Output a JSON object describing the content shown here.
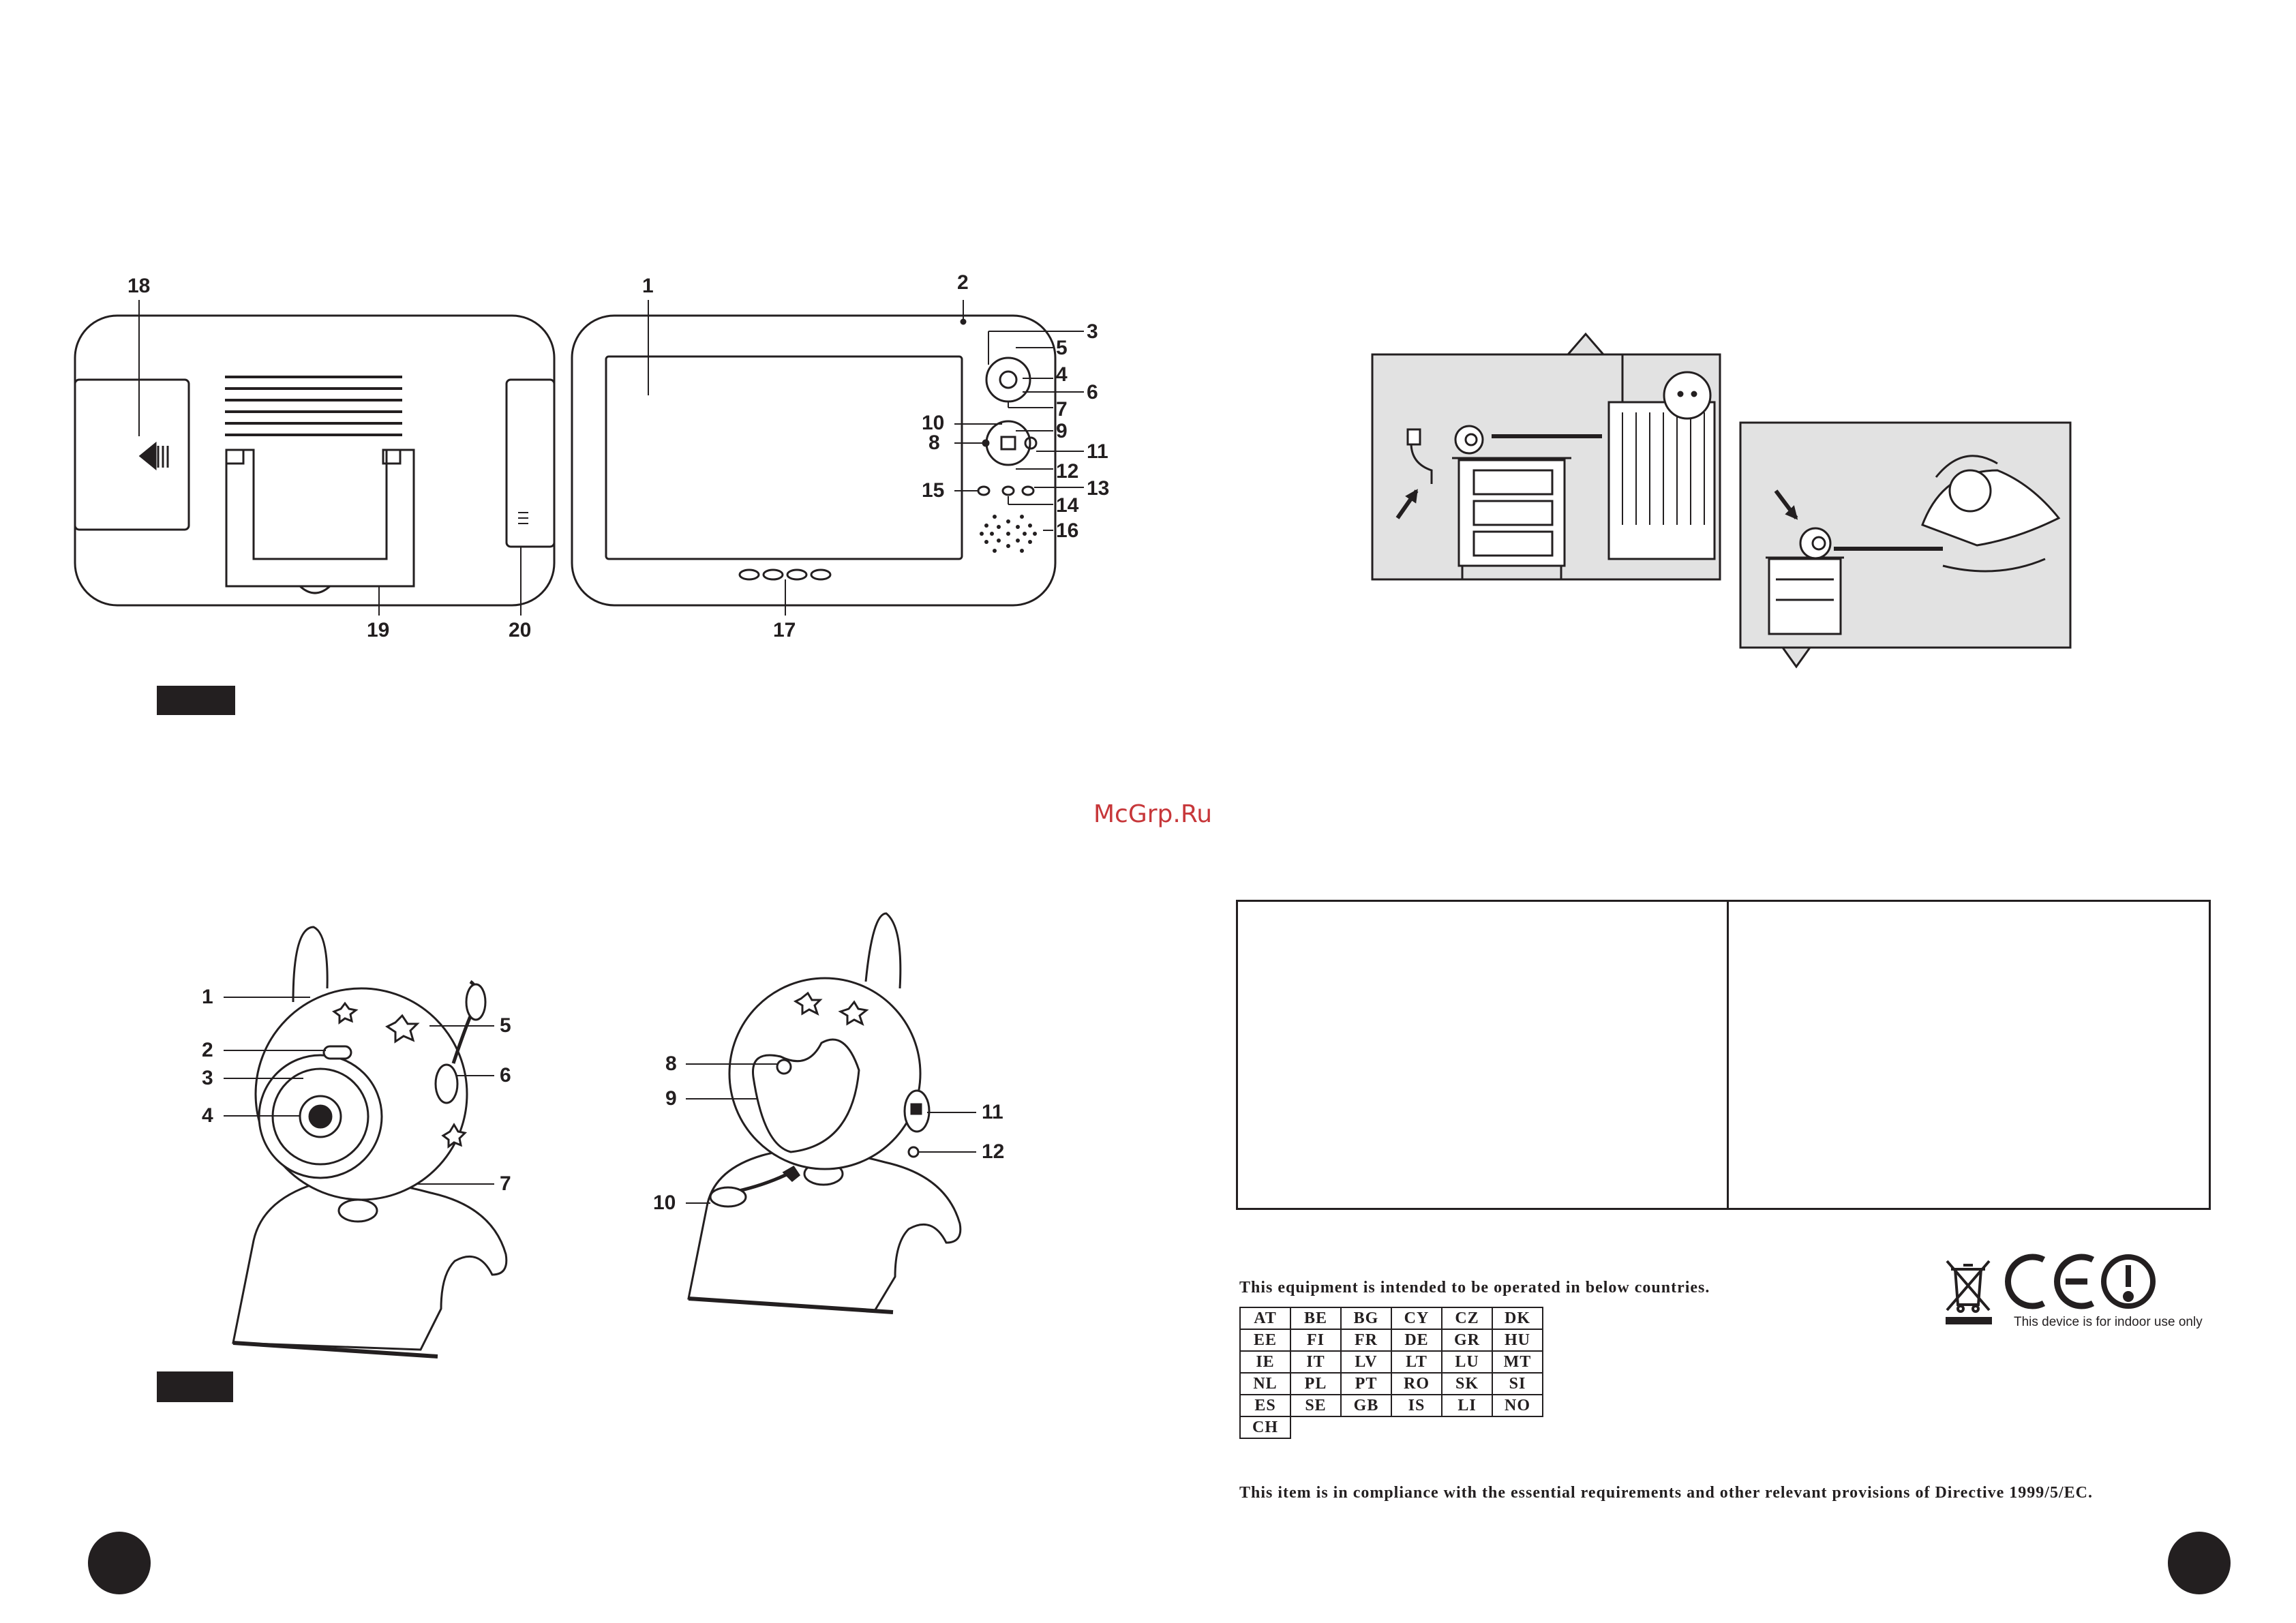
{
  "watermark": "McGrp.Ru",
  "monitor_diagram": {
    "callouts": [
      "1",
      "2",
      "3",
      "4",
      "5",
      "6",
      "7",
      "8",
      "9",
      "10",
      "11",
      "12",
      "13",
      "14",
      "15",
      "16",
      "17",
      "18",
      "19",
      "20"
    ]
  },
  "camera_diagram": {
    "callouts": [
      "1",
      "2",
      "3",
      "4",
      "5",
      "6",
      "7",
      "8",
      "9",
      "10",
      "11",
      "12"
    ]
  },
  "countries": {
    "title": "This equipment is intended to be operated in below countries.",
    "rows": [
      [
        "AT",
        "BE",
        "BG",
        "CY",
        "CZ",
        "DK"
      ],
      [
        "EE",
        "FI",
        "FR",
        "DE",
        "GR",
        "HU"
      ],
      [
        "IE",
        "IT",
        "LV",
        "LT",
        "LU",
        "MT"
      ],
      [
        "NL",
        "PL",
        "PT",
        "RO",
        "SK",
        "SI"
      ],
      [
        "ES",
        "SE",
        "GB",
        "IS",
        "LI",
        "NO"
      ],
      [
        "CH"
      ]
    ]
  },
  "compliance_text": "This item is in compliance with the essential requirements and other relevant provisions of Directive 1999/5/EC.",
  "indoor_note": "This device is for indoor use only",
  "icons": [
    "weee-bin-icon",
    "ce-mark-icon",
    "alert-circle-icon"
  ],
  "colors": {
    "ink": "#231f20",
    "scene_fill": "#e2e2e2",
    "watermark": "#c7373a"
  }
}
